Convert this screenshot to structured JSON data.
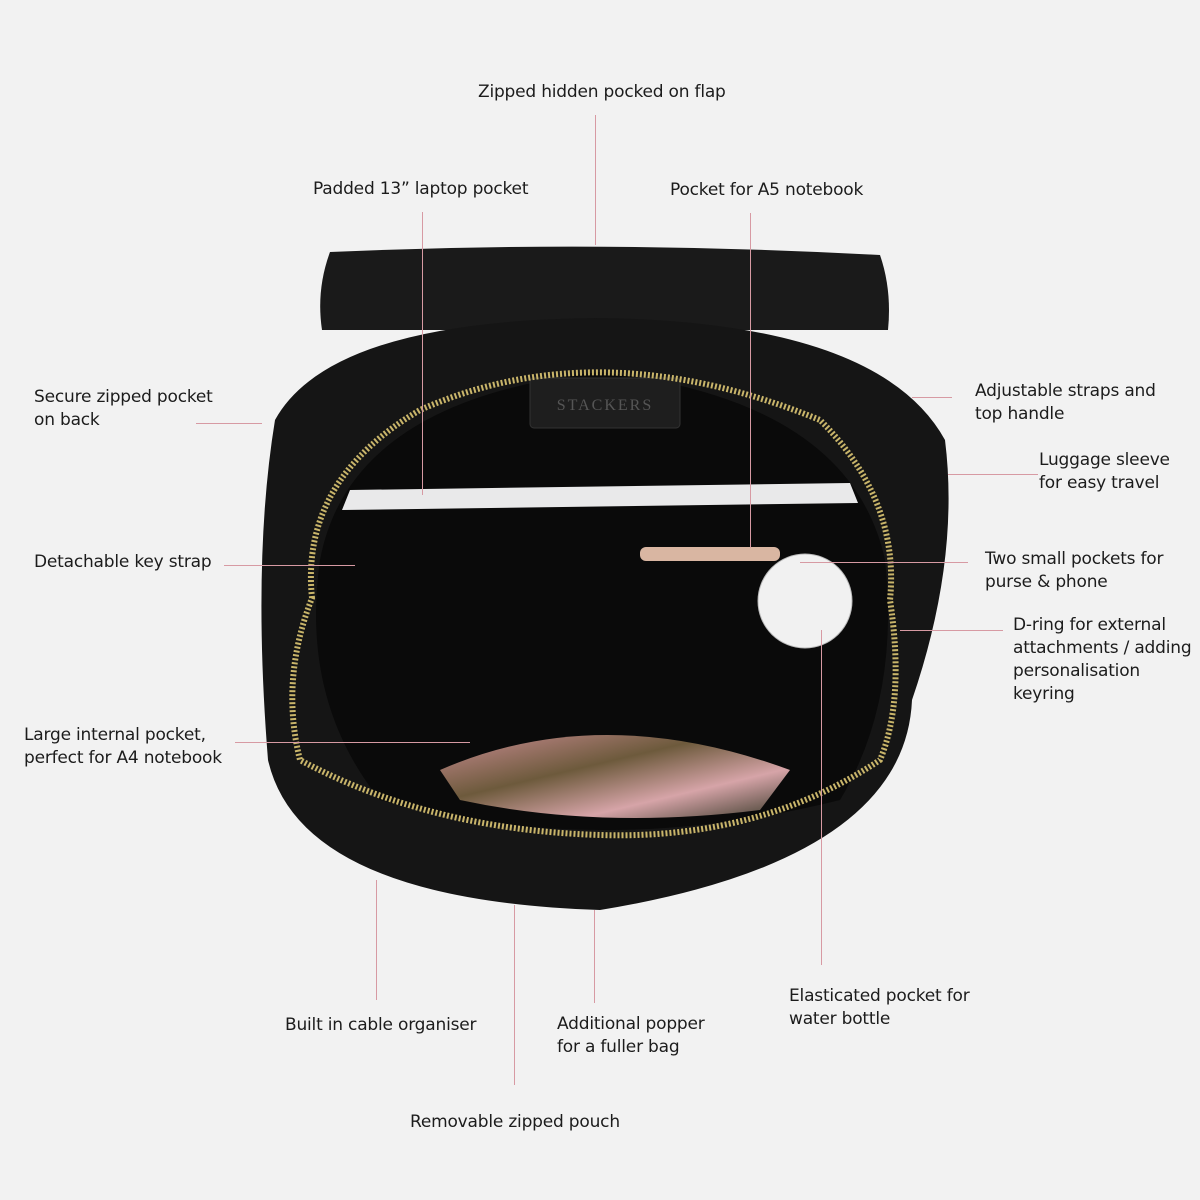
{
  "brand": "STACKERS",
  "colors": {
    "background": "#f2f2f2",
    "leader_line": "#d79aa3",
    "bag": "#161616",
    "zipper": "#c9b56a"
  },
  "callouts": {
    "flap_pocket": [
      "Zipped hidden pocked on flap"
    ],
    "laptop_pocket": [
      "Padded 13” laptop pocket"
    ],
    "a5_pocket": [
      "Pocket for A5 notebook"
    ],
    "back_pocket": [
      "Secure zipped pocket",
      "on back"
    ],
    "straps": [
      "Adjustable straps and",
      "top handle"
    ],
    "luggage_sleeve": [
      "Luggage sleeve",
      "for easy travel"
    ],
    "key_strap": [
      "Detachable key strap"
    ],
    "small_pockets": [
      "Two small pockets for",
      "purse & phone"
    ],
    "d_ring": [
      "D-ring for external",
      "attachments / adding",
      "personalisation",
      "keyring"
    ],
    "a4_pocket": [
      "Large internal pocket,",
      "perfect for A4 notebook"
    ],
    "cable_organiser": [
      "Built in cable organiser"
    ],
    "popper": [
      "Additional popper",
      "for a fuller bag"
    ],
    "bottle_pocket": [
      "Elasticated pocket for",
      "water bottle"
    ],
    "zipped_pouch": [
      "Removable zipped pouch"
    ]
  }
}
